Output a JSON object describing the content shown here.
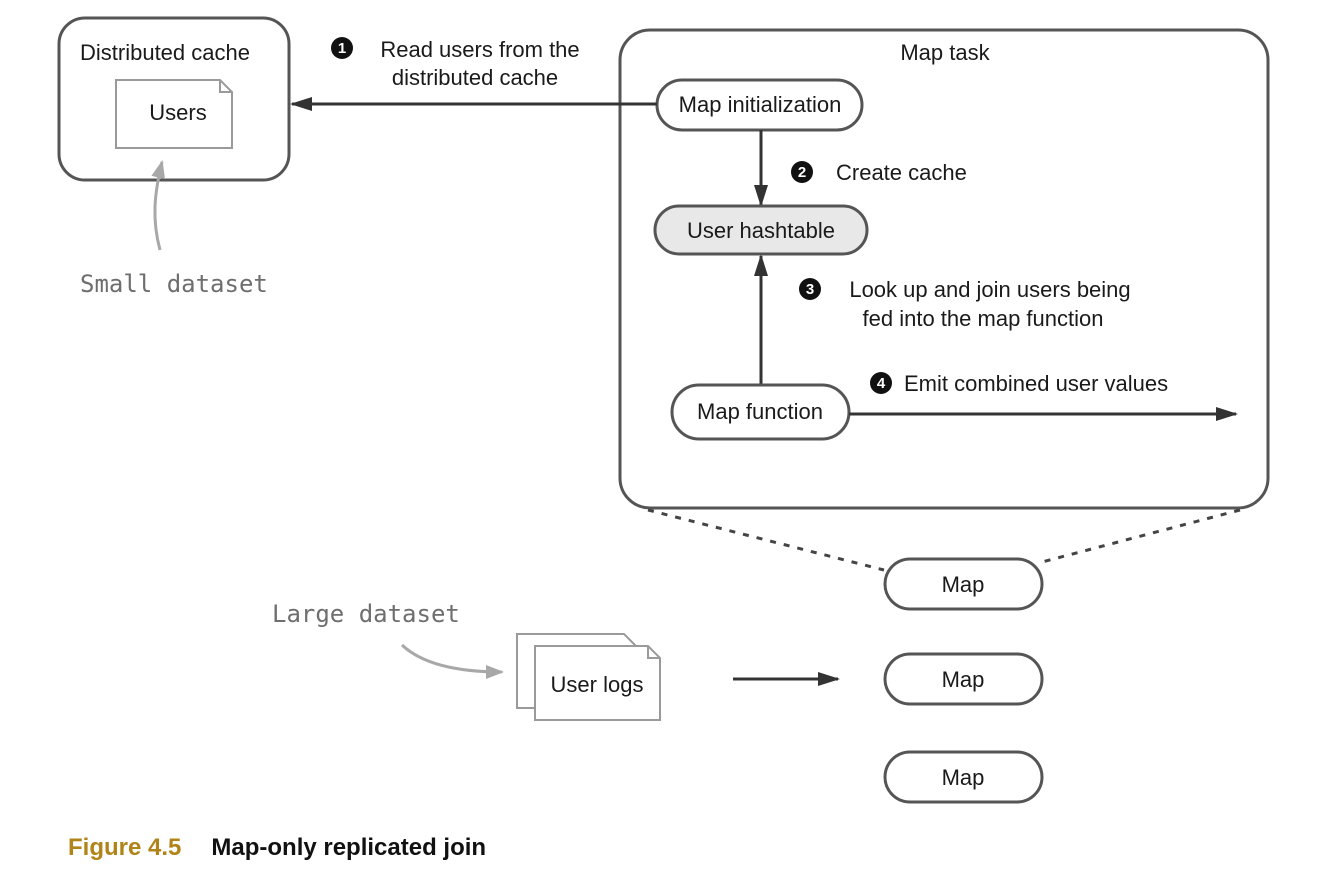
{
  "distributed_cache": {
    "title": "Distributed cache",
    "doc_label": "Users"
  },
  "small_dataset_label": "Small dataset",
  "large_dataset_label": "Large dataset",
  "user_logs_label": "User logs",
  "map_task": {
    "title": "Map task",
    "map_initialization": "Map initialization",
    "user_hashtable": "User hashtable",
    "map_function": "Map function"
  },
  "steps": [
    {
      "num": "1",
      "line1": "Read users from the",
      "line2": "distributed cache"
    },
    {
      "num": "2",
      "line1": "Create cache"
    },
    {
      "num": "3",
      "line1": "Look up and join users being",
      "line2": "fed into the map function"
    },
    {
      "num": "4",
      "line1": "Emit combined user values"
    }
  ],
  "maps": [
    "Map",
    "Map",
    "Map"
  ],
  "caption": {
    "number": "Figure 4.5",
    "title": "Map-only replicated join"
  },
  "colors": {
    "stroke": "#555555",
    "hashtable_fill": "#e8e8e8",
    "annotation_gray": "#a8a8a8",
    "caption_number": "#b08418"
  }
}
